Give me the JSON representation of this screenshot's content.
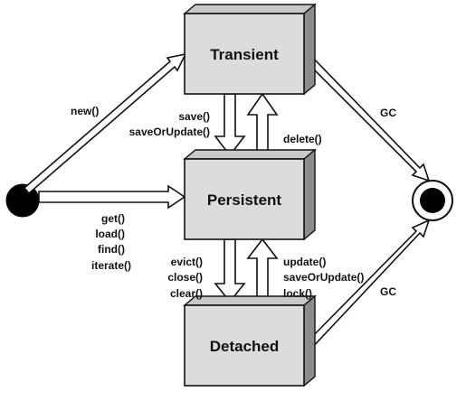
{
  "states": {
    "transient": "Transient",
    "persistent": "Persistent",
    "detached": "Detached"
  },
  "transitions": {
    "new": "new()",
    "save": "save()",
    "save_or_update": "saveOrUpdate()",
    "delete": "delete()",
    "get": "get()",
    "load": "load()",
    "find": "find()",
    "iterate": "iterate()",
    "evict": "evict()",
    "close": "close()",
    "clear": "clear()",
    "update": "update()",
    "save_or_update_2": "saveOrUpdate()",
    "lock": "lock()",
    "gc_top": "GC",
    "gc_bottom": "GC"
  }
}
